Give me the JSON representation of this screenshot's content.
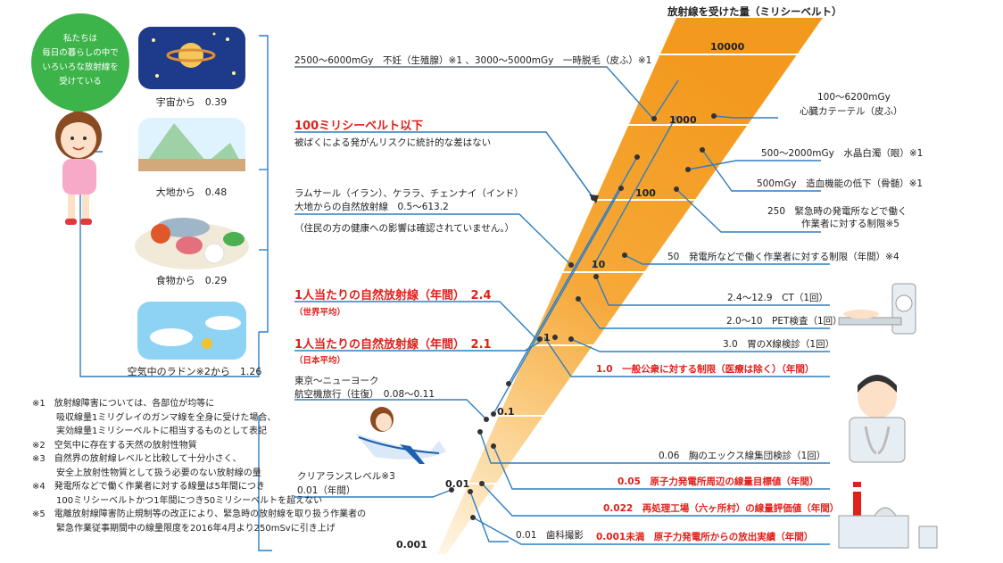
{
  "ruler": {
    "title": "放射線を受けた量（ミリシーベルト）",
    "scale": [
      {
        "label": "10000"
      },
      {
        "label": "1000"
      },
      {
        "label": "100"
      },
      {
        "label": "10"
      },
      {
        "label": "1"
      },
      {
        "label": "0.1"
      },
      {
        "label": "0.01"
      },
      {
        "label": "0.001"
      }
    ]
  },
  "bubble": {
    "text": [
      "私たちは",
      "毎日の暮らしの中で",
      "いろいろな放射線を",
      "受けている"
    ]
  },
  "sources": [
    {
      "label": "宇宙から　0.39"
    },
    {
      "label": "大地から　0.48"
    },
    {
      "label": "食物から　0.29"
    },
    {
      "label": "空気中のラドン※2から　1.26"
    }
  ],
  "left_items": {
    "sterility": "2500～6000mGy　不妊（生殖腺）※1 、3000～5000mGy　一時脱毛（皮ふ）※1",
    "below100_title": "100ミリシーベルト以下",
    "below100_desc": "被ばくによる発がんリスクに統計的な差はない",
    "ramsar_1": "ラムサール（イラン）、ケララ、チェンナイ（インド）",
    "ramsar_2": "大地からの自然放射線　0.5～613.2",
    "ramsar_3": "（住民の方の健康への影響は確認されていません。）",
    "world_title": "1人当たりの自然放射線（年間）　2.4",
    "world_sub": "（世界平均）",
    "japan_title": "1人当たりの自然放射線（年間）　2.1",
    "japan_sub": "（日本平均）",
    "flight_1": "東京～ニューヨーク",
    "flight_2": "航空機旅行（往復）　0.08～0.11",
    "clearance_1": "クリアランスレベル※3",
    "clearance_2": "0.01（年間）"
  },
  "right_items": {
    "cardiac_1": "100～6200mGy",
    "cardiac_2": "心臓カテーテル（皮ふ）",
    "cataract": "500～2000mGy　水晶白濁（眼）※1",
    "marrow": "500mGy　造血機能の低下（骨髄）※1",
    "emergency_1": "250　緊急時の発電所などで働く",
    "emergency_2": "作業者に対する制限※5",
    "worker": "50　発電所などで働く作業者に対する制限（年間）※4",
    "ct": "2.4～12.9　CT（1回）",
    "pet": "2.0～10　PET検査（1回）",
    "stomach": "3.0　胃のX線検診（1回）",
    "public": "1.0　一般公衆に対する制限（医療は除く）（年間）",
    "chest": "0.06　胸のエックス線集団検診（1回）",
    "npp_target": "0.05　原子力発電所周辺の線量目標値（年間）",
    "rokkasho": "0.022　再処理工場（六ヶ所村）の線量評価値（年間）",
    "dental": "0.01　歯科撮影",
    "npp_release": "0.001未満　原子力発電所からの放出実績（年間）"
  },
  "notes": [
    {
      "mark": "※1",
      "lines": [
        "放射線障害については、各部位が均等に",
        "吸収線量1ミリグレイのガンマ線を全身に受けた場合、",
        "実効線量1ミリシーベルトに相当するものとして表記"
      ]
    },
    {
      "mark": "※2",
      "lines": [
        "空気中に存在する天然の放射性物質"
      ]
    },
    {
      "mark": "※3",
      "lines": [
        "自然界の放射線レベルと比較して十分小さく、",
        "安全上放射性物質として扱う必要のない放射線の量"
      ]
    },
    {
      "mark": "※4",
      "lines": [
        "発電所などで働く作業者に対する線量は5年間につき",
        "100ミリシーベルトかつ1年間につき50ミリシーベルトを超えない"
      ]
    },
    {
      "mark": "※5",
      "lines": [
        "電離放射線障害防止規制等の改正により、緊急時の放射線を取り扱う作業者の",
        "緊急作業従事期間中の線量限度を2016年4月より250mSvに引き上げ"
      ]
    }
  ],
  "colors": {
    "beam": "#f39a1e",
    "beam_light": "#fde3b8",
    "line": "#2f7fc1",
    "accent_red": "#e0201b",
    "bubble": "#3cb44a"
  }
}
